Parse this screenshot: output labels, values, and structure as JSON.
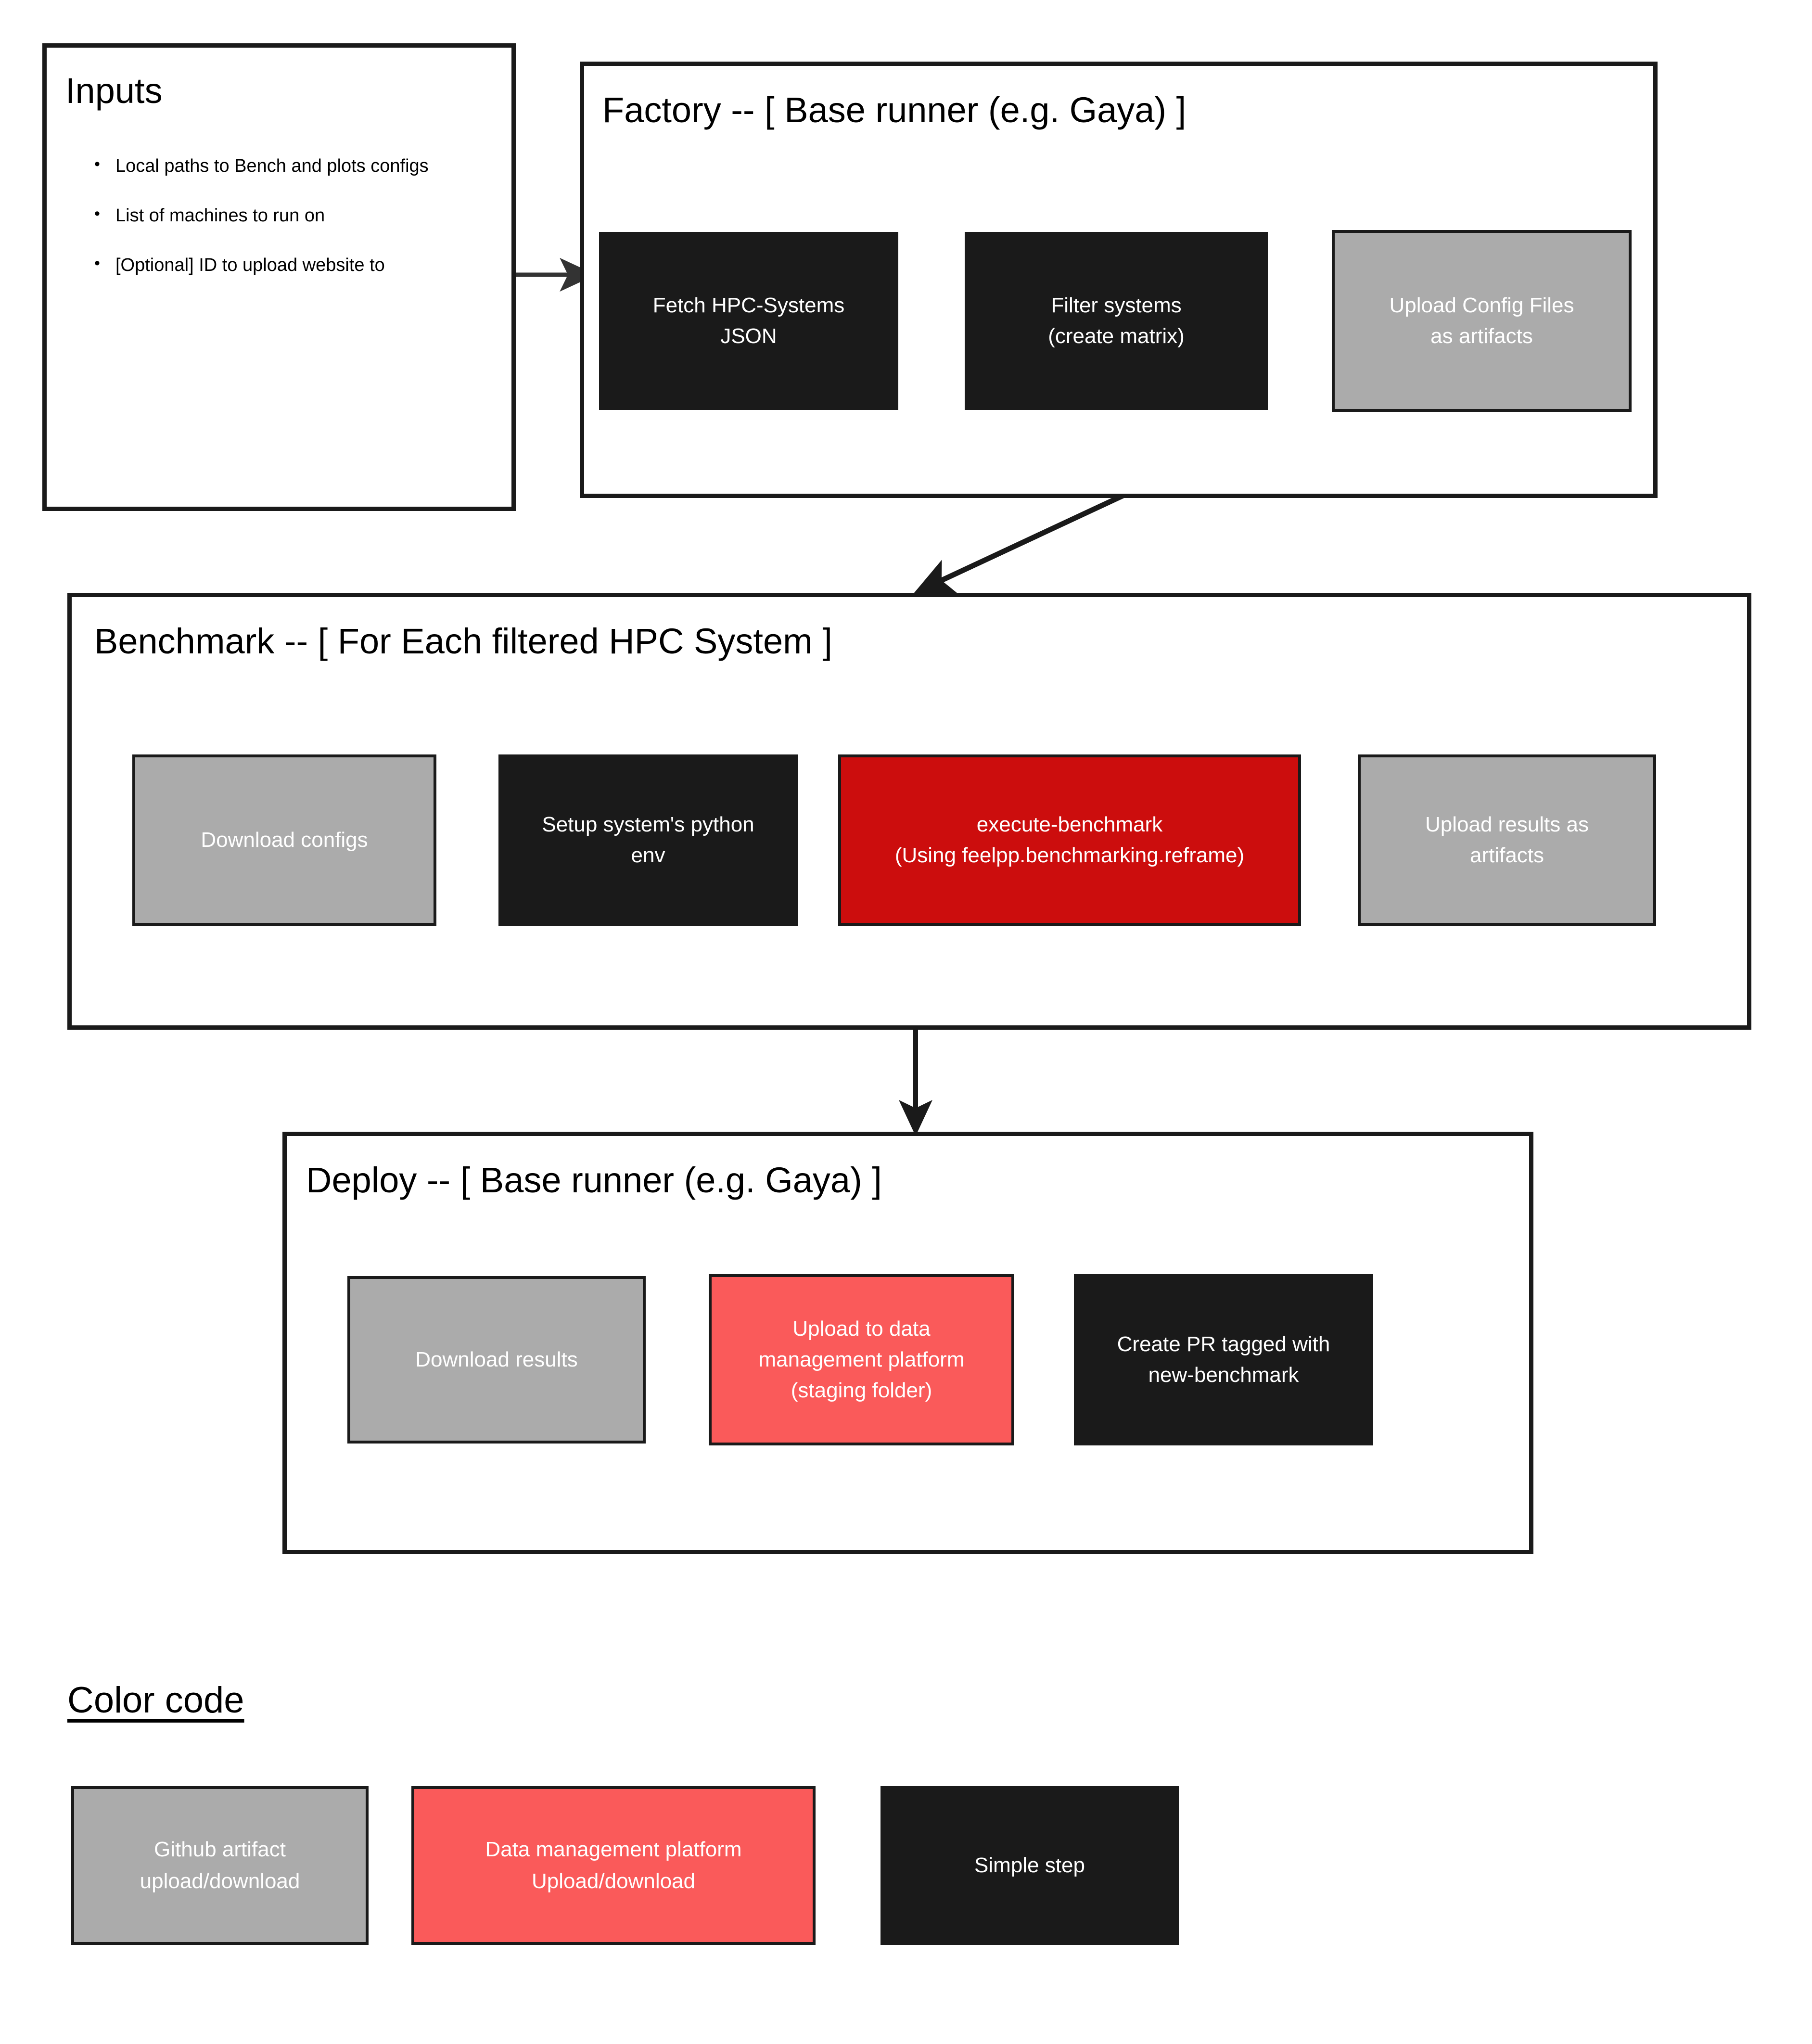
{
  "diagram": {
    "groups": {
      "inputs": {
        "title": "Inputs",
        "items": [
          "Local paths to Bench and plots configs",
          "List of machines to run on",
          "[Optional] ID to upload website to"
        ]
      },
      "factory": {
        "title": "Factory -- [ Base runner (e.g. Gaya) ]",
        "steps": [
          {
            "label": "Fetch HPC-Systems\nJSON",
            "type": "simple-step"
          },
          {
            "label": "Filter systems\n(create matrix)",
            "type": "simple-step"
          },
          {
            "label": "Upload Config Files\nas artifacts",
            "type": "github-artifact"
          }
        ]
      },
      "benchmark": {
        "title": "Benchmark -- [ For Each filtered HPC System ]",
        "steps": [
          {
            "label": "Download configs",
            "type": "github-artifact"
          },
          {
            "label": "Setup system's python\nenv",
            "type": "simple-step"
          },
          {
            "label": "execute-benchmark\n(Using feelpp.benchmarking.reframe)",
            "type": "highlight-step"
          },
          {
            "label": "Upload results as\nartifacts",
            "type": "github-artifact"
          }
        ]
      },
      "deploy": {
        "title": "Deploy -- [ Base runner (e.g. Gaya) ]",
        "steps": [
          {
            "label": "Download results",
            "type": "github-artifact"
          },
          {
            "label": "Upload to data\nmanagement platform\n(staging folder)",
            "type": "data-management-platform"
          },
          {
            "label": "Create PR tagged with\nnew-benchmark",
            "type": "simple-step"
          }
        ]
      }
    },
    "legend": {
      "title": "Color code",
      "items": [
        {
          "label": "Github artifact\nupload/download",
          "type": "github-artifact"
        },
        {
          "label": "Data management platform\nUpload/download",
          "type": "data-management-platform"
        },
        {
          "label": "Simple step",
          "type": "simple-step"
        }
      ]
    },
    "colors": {
      "simple_step": "#1a1a1a",
      "github_artifact": "#ababab",
      "data_management_platform": "#fa5a5a",
      "highlight_step": "#cc0d0d",
      "border": "#1a1a1a",
      "background": "#ffffff",
      "arrow": "#333333"
    }
  }
}
